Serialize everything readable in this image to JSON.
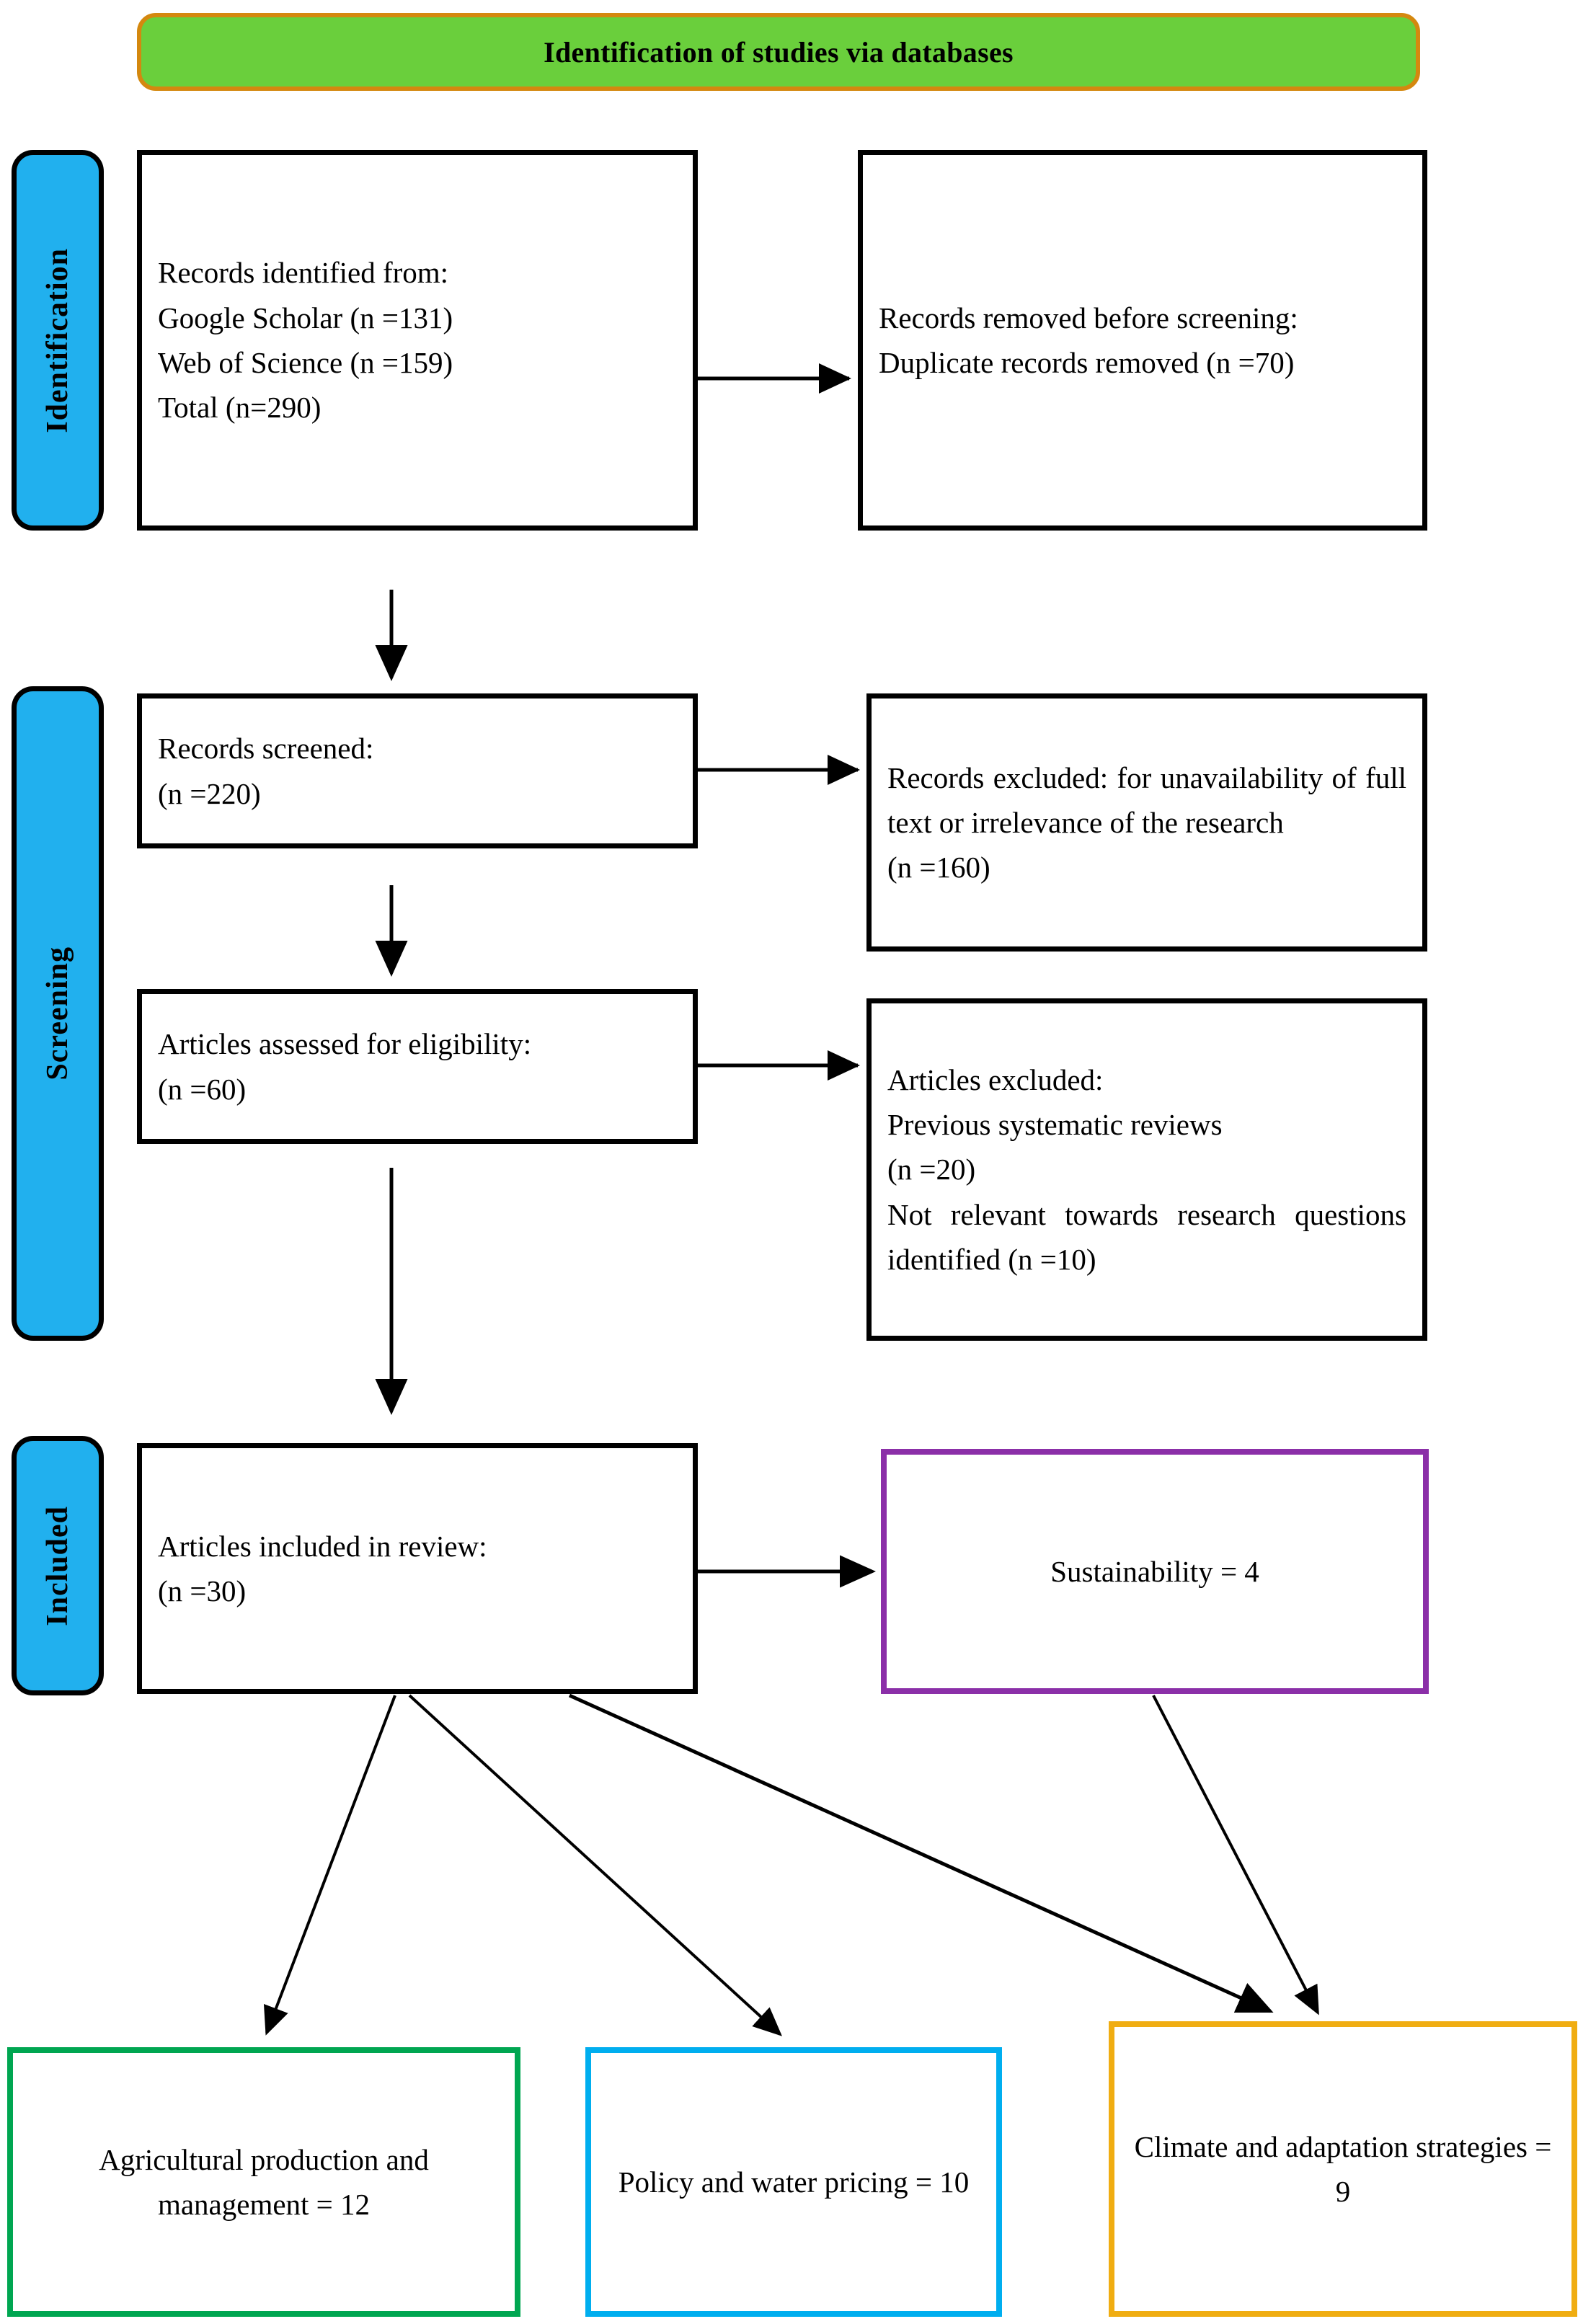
{
  "banner": {
    "title": "Identification of studies via databases"
  },
  "stages": [
    {
      "id": "identification",
      "label": "Identification"
    },
    {
      "id": "screening",
      "label": "Screening"
    },
    {
      "id": "included",
      "label": "Included"
    }
  ],
  "boxes": {
    "records_identified": {
      "line1": "Records identified from:",
      "line2": "Google Scholar (n =131)",
      "line3": "Web of Science (n =159)",
      "line4": "Total (n=290)"
    },
    "records_removed": {
      "line1": "Records removed before screening:",
      "line2": "Duplicate records removed (n =70)"
    },
    "records_screened": {
      "line1": "Records screened:",
      "line2": "(n =220)"
    },
    "records_excluded": {
      "line1": "Records excluded: for unavailability of full text or irrelevance of the research",
      "line2": "(n =160)"
    },
    "articles_assessed": {
      "line1": "Articles assessed for eligibility:",
      "line2": "(n =60)"
    },
    "articles_excluded": {
      "line1": "Articles excluded:",
      "line2": "Previous systematic reviews",
      "line3": "(n =20)",
      "line4": "Not relevant towards research questions identified (n =10)"
    },
    "articles_included": {
      "line1": "Articles included in review:",
      "line2": "(n =30)"
    },
    "sustainability": {
      "line1": "Sustainability = 4"
    },
    "agricultural": {
      "line1": "Agricultural production and management = 12"
    },
    "policy": {
      "line1": "Policy and water pricing = 10"
    },
    "climate": {
      "line1": "Climate and adaptation strategies = 9"
    }
  },
  "colors": {
    "banner_fill": "#6ACF3C",
    "banner_border": "#D4880F",
    "stage_fill": "#21B0EE",
    "box_border": "#000000",
    "sustainability_border": "#8B2FA8",
    "agricultural_border": "#00A651",
    "policy_border": "#00AEEF",
    "climate_border": "#F0AD12",
    "arrow": "#000000"
  }
}
